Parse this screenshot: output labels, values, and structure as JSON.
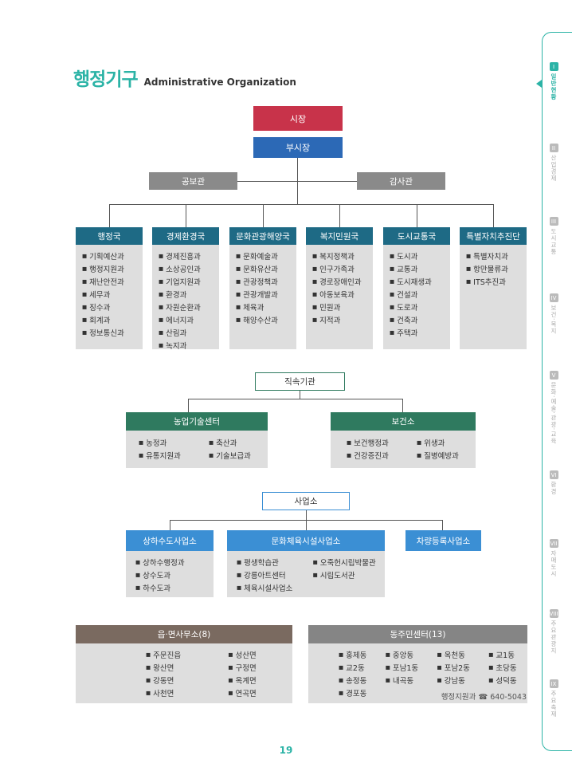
{
  "title": {
    "ko": "행정기구",
    "en": "Administrative Organization"
  },
  "top": {
    "mayor": "시장",
    "vice_mayor": "부시장",
    "left_aide": "공보관",
    "right_aide": "감사관"
  },
  "bureaus": [
    {
      "name": "행정국",
      "items": [
        "기획예산과",
        "행정지원과",
        "재난안전과",
        "세무과",
        "징수과",
        "회계과",
        "정보통신과"
      ]
    },
    {
      "name": "경제환경국",
      "items": [
        "경제진흥과",
        "소상공인과",
        "기업지원과",
        "환경과",
        "자원순환과",
        "에너지과",
        "산림과",
        "녹지과"
      ]
    },
    {
      "name": "문화관광해양국",
      "items": [
        "문화예술과",
        "문화유산과",
        "관광정책과",
        "관광개발과",
        "체육과",
        "해양수산과"
      ]
    },
    {
      "name": "복지민원국",
      "items": [
        "복지정책과",
        "인구가족과",
        "경로장애인과",
        "아동보육과",
        "민원과",
        "지적과"
      ]
    },
    {
      "name": "도시교통국",
      "items": [
        "도시과",
        "교통과",
        "도시재생과",
        "건설과",
        "도로과",
        "건축과",
        "주택과"
      ]
    },
    {
      "name": "특별자치추진단",
      "items": [
        "특별자치과",
        "항만물류과",
        "ITS추진과"
      ]
    }
  ],
  "direct": {
    "label": "직속기관",
    "agri": {
      "name": "농업기술센터",
      "items": [
        "농정과",
        "축산과",
        "유통지원과",
        "기술보급과"
      ]
    },
    "health": {
      "name": "보건소",
      "items": [
        "보건행정과",
        "위생과",
        "건강증진과",
        "질병예방과"
      ]
    }
  },
  "offices": {
    "label": "사업소",
    "water": {
      "name": "상하수도사업소",
      "items": [
        "상하수행정과",
        "상수도과",
        "하수도과"
      ]
    },
    "culture": {
      "name": "문화체육시설사업소",
      "items": [
        "평생학습관",
        "오죽헌시립박물관",
        "강릉아트센터",
        "시립도서관",
        "체육시설사업소"
      ]
    },
    "vehicle": {
      "name": "차량등록사업소"
    }
  },
  "towns": {
    "name": "읍·면사무소(8)",
    "items": [
      "주문진읍",
      "성산면",
      "왕산면",
      "구정면",
      "강동면",
      "옥계면",
      "사천면",
      "연곡면"
    ]
  },
  "dongs": {
    "name": "동주민센터(13)",
    "items": [
      "홍제동",
      "중앙동",
      "옥천동",
      "교1동",
      "교2동",
      "포남1동",
      "포남2동",
      "초당동",
      "송정동",
      "내곡동",
      "강남동",
      "성덕동",
      "경포동"
    ]
  },
  "footer": {
    "contact": "행정지원과 ☎ 640-5043",
    "page": "19"
  },
  "side_tabs": [
    {
      "num": "I",
      "label": "일반현황"
    },
    {
      "num": "II",
      "label": "산업경제"
    },
    {
      "num": "III",
      "label": "도시교통"
    },
    {
      "num": "IV",
      "label": "보건·복지"
    },
    {
      "num": "V",
      "label": "문화·예술·관광·교육"
    },
    {
      "num": "VI",
      "label": "환경"
    },
    {
      "num": "VII",
      "label": "자매도시"
    },
    {
      "num": "VIII",
      "label": "주요관광지"
    },
    {
      "num": "IX",
      "label": "주요축제"
    }
  ],
  "colors": {
    "accent": "#2bb3a6",
    "mayor": "#c8334a",
    "vice": "#2c69b6",
    "bureau": "#1e6a85",
    "direct": "#2f7a5f",
    "office": "#3b8fd4"
  }
}
